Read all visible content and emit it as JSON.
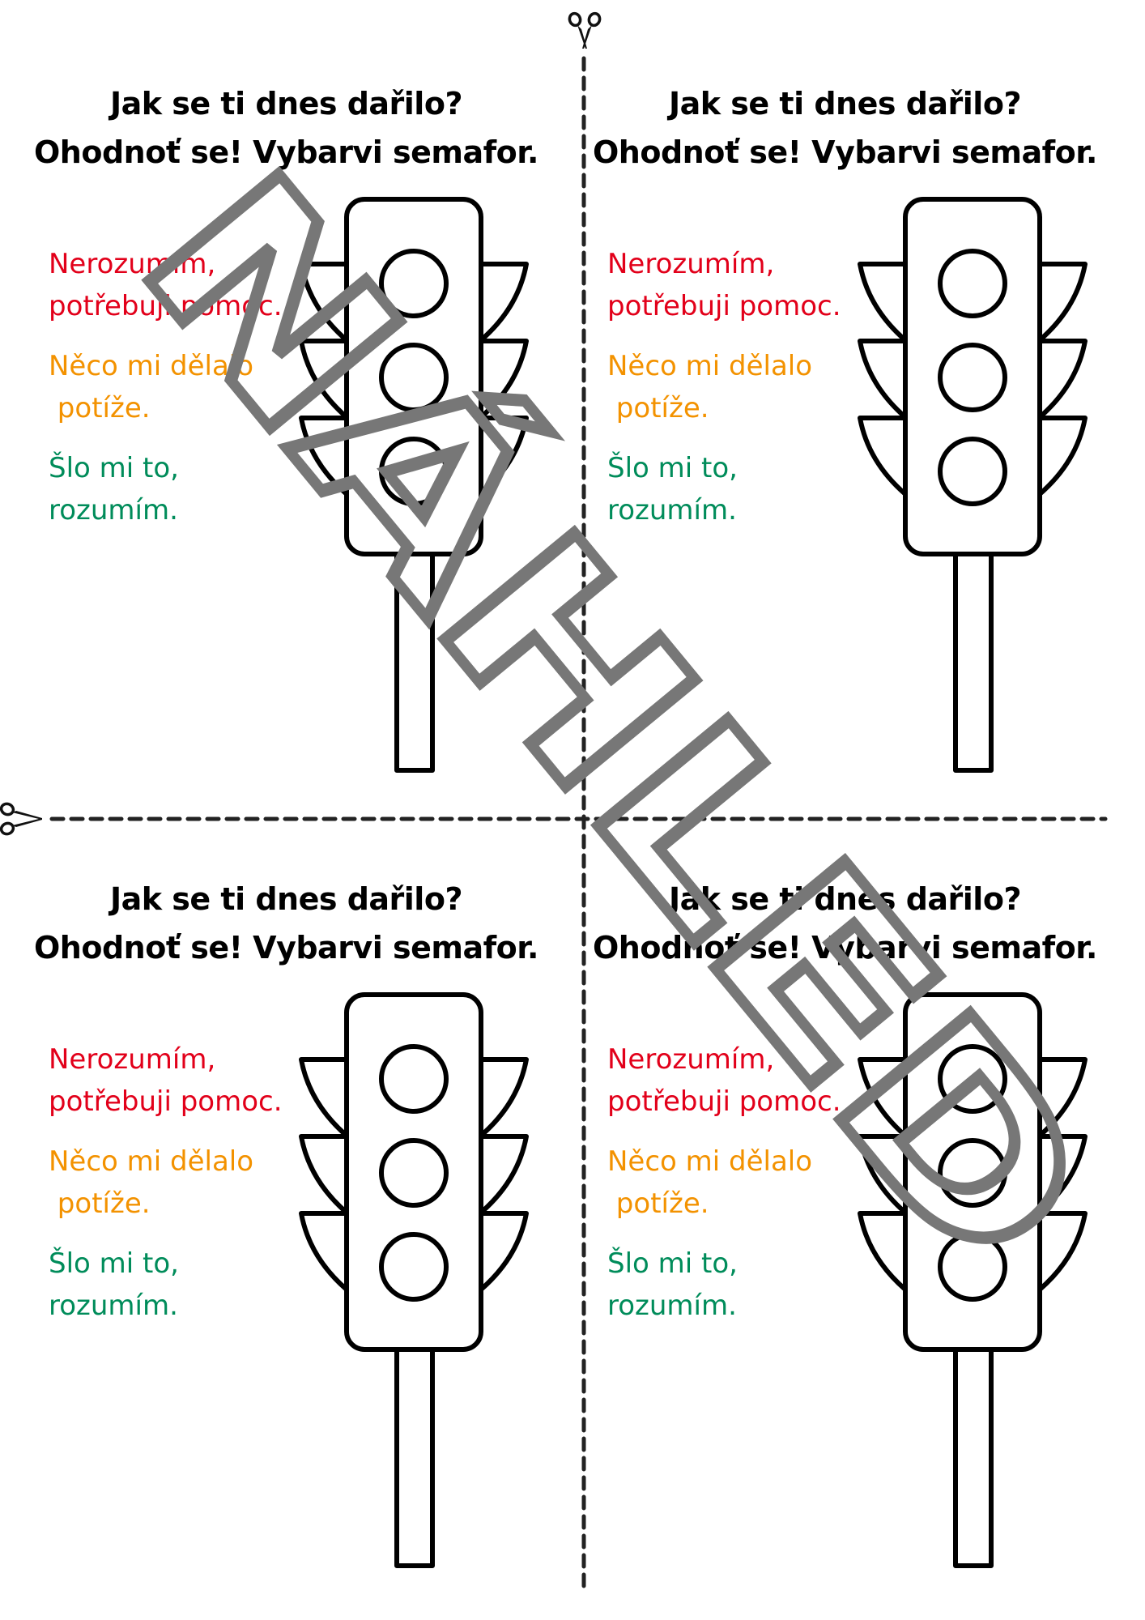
{
  "worksheet": {
    "quadrants": [
      {
        "title_line1": "Jak se ti dnes dařilo?",
        "title_line2": "Ohodnoť se! Vybarvi semafor.",
        "red_line1": "Nerozumím,",
        "red_line2": "potřebuji pomoc.",
        "orange_line1": "Něco mi dělalo",
        "orange_line2": " potíže.",
        "green_line1": "Šlo mi to,",
        "green_line2": "rozumím."
      },
      {
        "title_line1": "Jak se ti dnes dařilo?",
        "title_line2": "Ohodnoť se! Vybarvi semafor.",
        "red_line1": "Nerozumím,",
        "red_line2": "potřebuji pomoc.",
        "orange_line1": "Něco mi dělalo",
        "orange_line2": " potíže.",
        "green_line1": "Šlo mi to,",
        "green_line2": "rozumím."
      },
      {
        "title_line1": "Jak se ti dnes dařilo?",
        "title_line2": "Ohodnoť se! Vybarvi semafor.",
        "red_line1": "Nerozumím,",
        "red_line2": "potřebuji pomoc.",
        "orange_line1": "Něco mi dělalo",
        "orange_line2": " potíže.",
        "green_line1": "Šlo mi to,",
        "green_line2": "rozumím."
      },
      {
        "title_line1": "Jak se ti dnes dařilo?",
        "title_line2": "Ohodnoť se! Vybarvi semafor.",
        "red_line1": "Nerozumím,",
        "red_line2": "potřebuji pomoc.",
        "orange_line1": "Něco mi dělalo",
        "orange_line2": " potíže.",
        "green_line1": "Šlo mi to,",
        "green_line2": "rozumím."
      }
    ]
  },
  "watermark": {
    "text": "NÁHLED",
    "color": "#777777"
  },
  "colors": {
    "red": "#e2001a",
    "orange": "#f39200",
    "green": "#008c5a"
  },
  "icons": {
    "cut_marker": "scissors-icon",
    "traffic_light": "traffic-light-icon"
  }
}
